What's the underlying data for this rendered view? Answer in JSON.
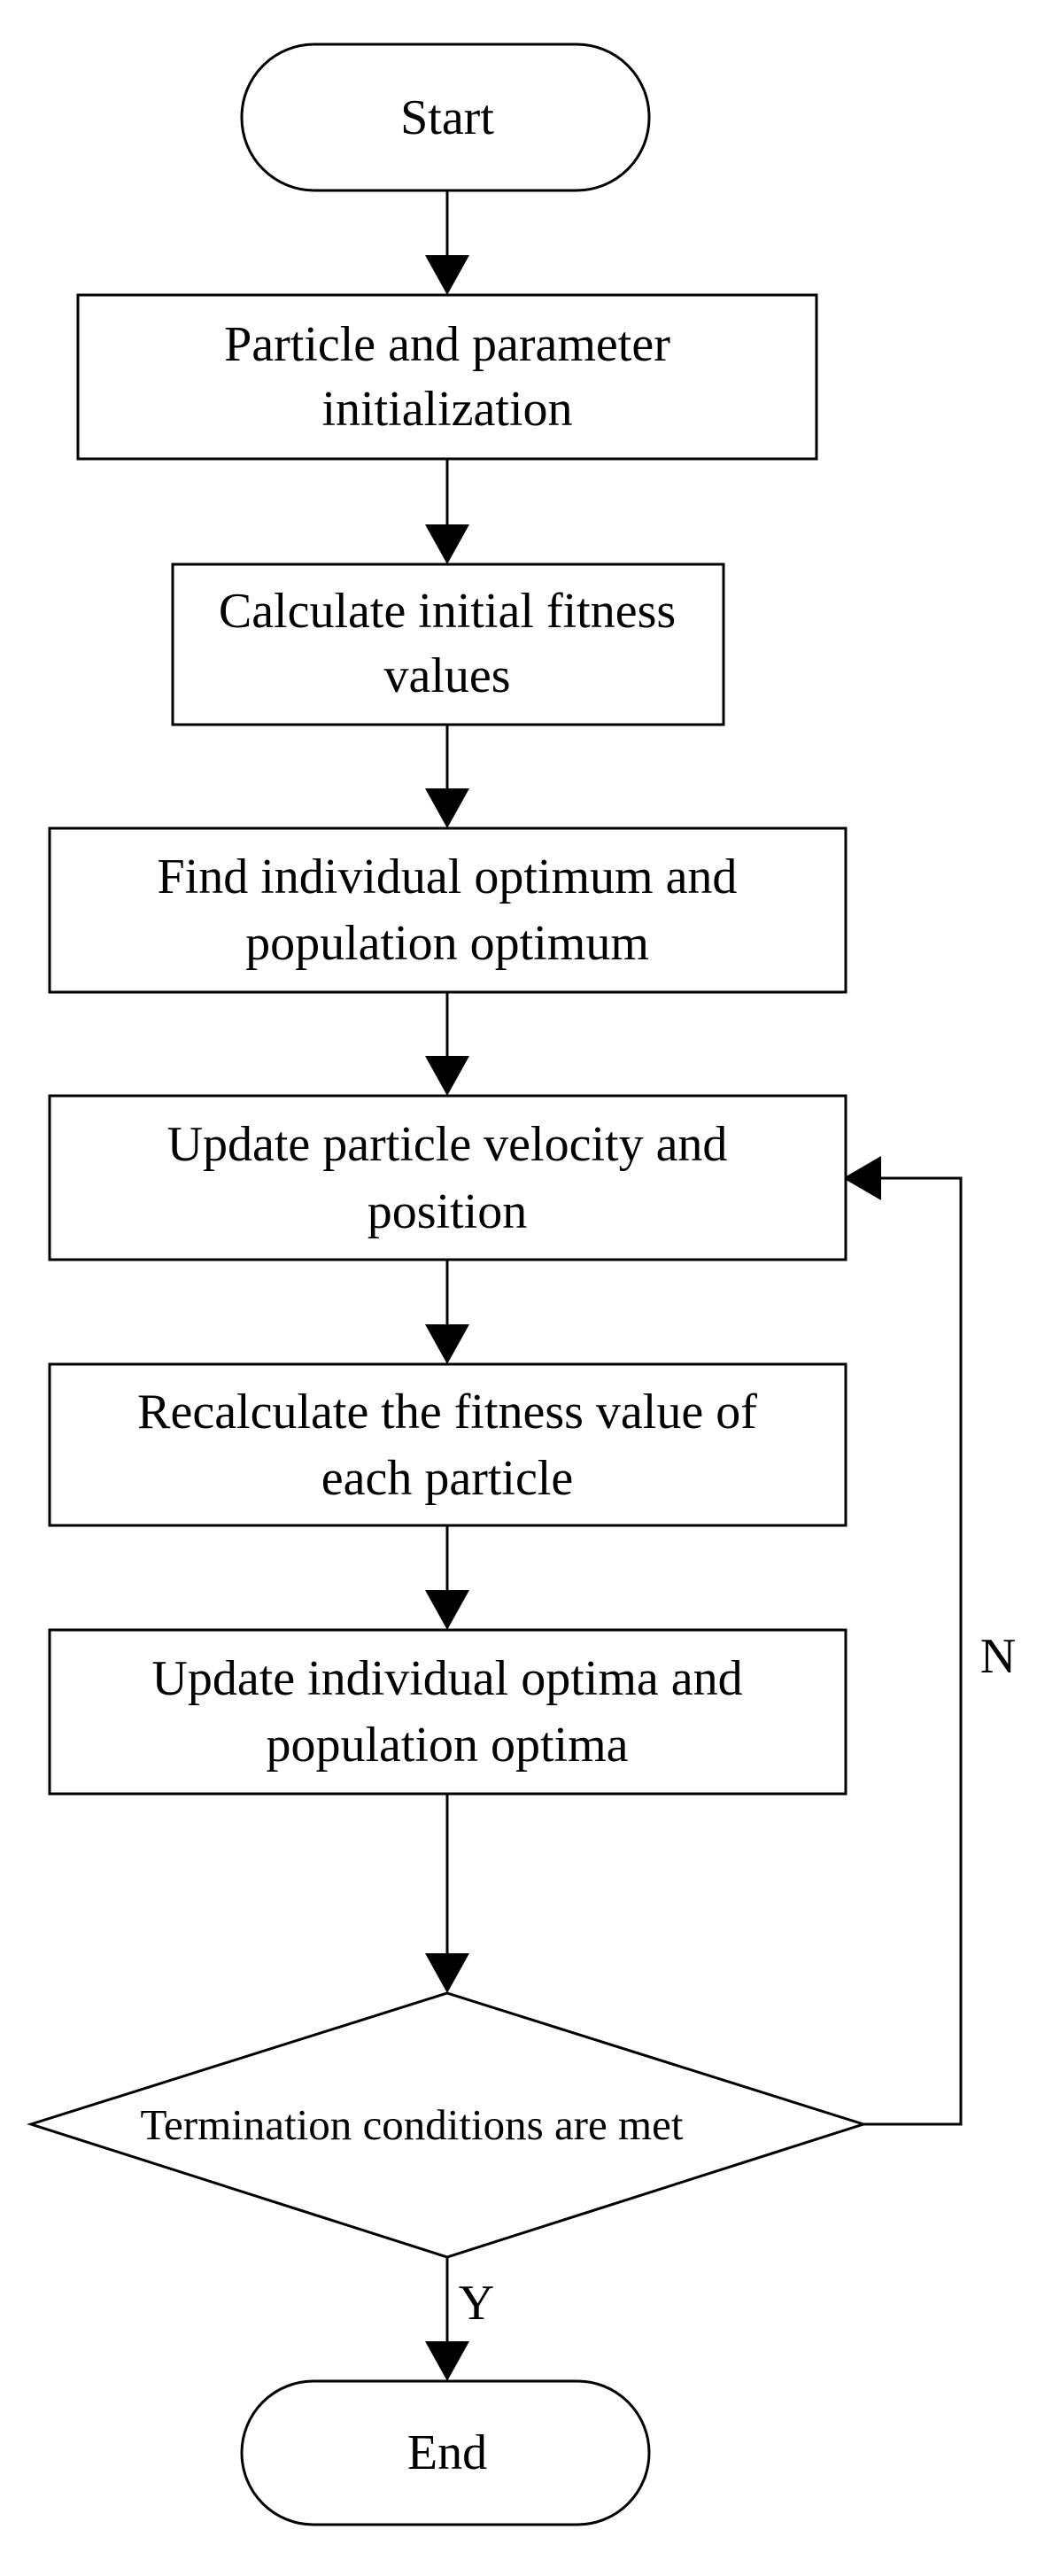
{
  "diagram": {
    "type": "flowchart",
    "nodes": [
      {
        "id": "start",
        "shape": "terminal",
        "lines": [
          "Start"
        ]
      },
      {
        "id": "init",
        "shape": "process",
        "lines": [
          "Particle and parameter",
          "initialization"
        ]
      },
      {
        "id": "calc_initial",
        "shape": "process",
        "lines": [
          "Calculate initial fitness",
          "values"
        ]
      },
      {
        "id": "find_optimum",
        "shape": "process",
        "lines": [
          "Find individual optimum and",
          "population optimum"
        ]
      },
      {
        "id": "update_velocity",
        "shape": "process",
        "lines": [
          "Update particle velocity and",
          "position"
        ]
      },
      {
        "id": "recalculate",
        "shape": "process",
        "lines": [
          "Recalculate the fitness value of",
          "each particle"
        ]
      },
      {
        "id": "update_optima",
        "shape": "process",
        "lines": [
          "Update individual optima and",
          "population optima"
        ]
      },
      {
        "id": "termination",
        "shape": "decision",
        "lines": [
          "Termination conditions are met"
        ]
      },
      {
        "id": "end",
        "shape": "terminal",
        "lines": [
          "End"
        ]
      }
    ],
    "edges": [
      {
        "from": "start",
        "to": "init",
        "label": ""
      },
      {
        "from": "init",
        "to": "calc_initial",
        "label": ""
      },
      {
        "from": "calc_initial",
        "to": "find_optimum",
        "label": ""
      },
      {
        "from": "find_optimum",
        "to": "update_velocity",
        "label": ""
      },
      {
        "from": "update_velocity",
        "to": "recalculate",
        "label": ""
      },
      {
        "from": "recalculate",
        "to": "update_optima",
        "label": ""
      },
      {
        "from": "update_optima",
        "to": "termination",
        "label": ""
      },
      {
        "from": "termination",
        "to": "end",
        "label": "Y"
      },
      {
        "from": "termination",
        "to": "update_velocity",
        "label": "N"
      }
    ]
  }
}
